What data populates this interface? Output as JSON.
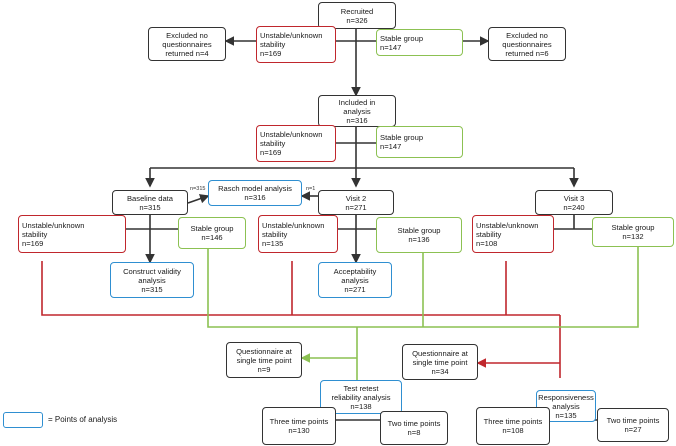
{
  "colors": {
    "unstable": "#c0272d",
    "stable": "#8cc152",
    "analysis": "#2f8fd1",
    "neutral": "#333333"
  },
  "boxes": {
    "recruited": {
      "l1": "Recruited",
      "l2": "n=326"
    },
    "excluded_left": {
      "l1": "Excluded no",
      "l2": "questionnaires",
      "l3": "returned n=4"
    },
    "unstable_top": {
      "l1": "Unstable/unknown",
      "l2": "stability",
      "l3": "n=169"
    },
    "stable_top": {
      "l1": "Stable group",
      "l2": "n=147"
    },
    "excluded_right": {
      "l1": "Excluded no",
      "l2": "questionnaires",
      "l3": "returned n=6"
    },
    "included": {
      "l1": "Included in",
      "l2": "analysis",
      "l3": "n=316"
    },
    "unstable_mid": {
      "l1": "Unstable/unknown",
      "l2": "stability",
      "l3": "n=169"
    },
    "stable_mid": {
      "l1": "Stable group",
      "l2": "n=147"
    },
    "baseline": {
      "l1": "Baseline data",
      "l2": "n=315"
    },
    "rasch": {
      "l1": "Rasch model analysis",
      "l2": "n=316"
    },
    "rasch_in_left": "n=315",
    "rasch_in_right": "n=1",
    "visit2": {
      "l1": "Visit 2",
      "l2": "n=271"
    },
    "visit3": {
      "l1": "Visit 3",
      "l2": "n=240"
    },
    "unstable_b": {
      "l1": "Unstable/unknown",
      "l2": "stability",
      "l3": "n=169"
    },
    "stable_b": {
      "l1": "Stable group",
      "l2": "n=146"
    },
    "unstable_v2": {
      "l1": "Unstable/unknown",
      "l2": "stability",
      "l3": "n=135"
    },
    "stable_v2": {
      "l1": "Stable group",
      "l2": "n=136"
    },
    "unstable_v3": {
      "l1": "Unstable/unknown",
      "l2": "stability",
      "l3": "n=108"
    },
    "stable_v3": {
      "l1": "Stable group",
      "l2": "n=132"
    },
    "construct": {
      "l1": "Construct validity",
      "l2": "analysis",
      "l3": "n=315"
    },
    "acceptability": {
      "l1": "Acceptability",
      "l2": "analysis",
      "l3": "n=271"
    },
    "single_left": {
      "l1": "Questionnaire at",
      "l2": "single time point",
      "l3": "n=9"
    },
    "single_right": {
      "l1": "Questionnaire at",
      "l2": "single time point",
      "l3": "n=34"
    },
    "test_retest": {
      "l1": "Test retest",
      "l2": "reliability analysis",
      "l3": "n=138"
    },
    "responsiveness": {
      "l1": "Responsiveness",
      "l2": "analysis",
      "l3": "n=135"
    },
    "three_left": {
      "l1": "Three time points",
      "l2": "n=130"
    },
    "two_left": {
      "l1": "Two time points",
      "l2": "n=8"
    },
    "three_right": {
      "l1": "Three time points",
      "l2": "n=108"
    },
    "two_right": {
      "l1": "Two time points",
      "l2": "n=27"
    }
  },
  "legend": {
    "text": "= Points of analysis"
  }
}
